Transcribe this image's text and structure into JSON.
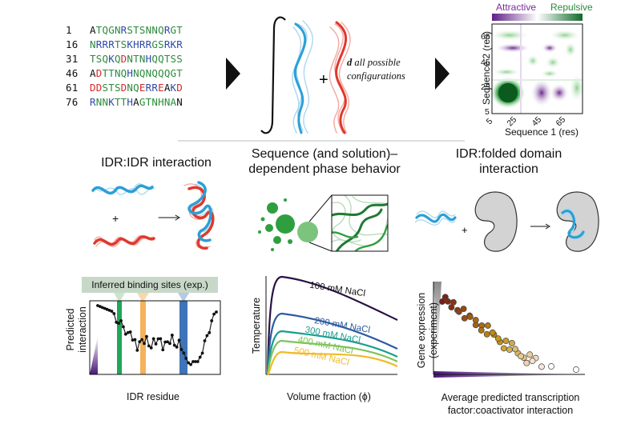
{
  "sequence_panel": {
    "rows": [
      {
        "num": "1",
        "residues": "ATQGNRSTSNNQRGT",
        "colors": "kggggbggggggbgg"
      },
      {
        "num": "16",
        "residues": "NRRRTSKHRRGSRKR",
        "colors": "gbbbggbbbbggbbb"
      },
      {
        "num": "31",
        "residues": "TSQKQDNTNHQQTSS",
        "colors": "gggbgrgggbgggg g"
      },
      {
        "num": "46",
        "residues": "ADTTNQHNQNQQQGT",
        "colors": "krggggbgggggggg"
      },
      {
        "num": "61",
        "residues": "DDSTSDNQERREAKD",
        "colors": "rrgggrggrbbrkbr"
      },
      {
        "num": "76",
        "residues": "RNNKTTHAGTNHNAN",
        "colors": "bggbggbkggggggk"
      }
    ]
  },
  "integral_panel": {
    "caption_line1": "d all possible",
    "caption_line2": "configurations",
    "plus": "+"
  },
  "heatmap": {
    "legend_attractive": "Attractive",
    "legend_repulsive": "Repulsive",
    "ylabel": "Sequence 2 (res)",
    "xlabel": "Sequence 1 (res)",
    "y_ticks": [
      "65",
      "45",
      "25",
      "5"
    ],
    "x_ticks": [
      "5",
      "25",
      "45",
      "65"
    ]
  },
  "titles": {
    "idr_idr": "IDR:IDR interaction",
    "phase_line1": "Sequence (and solution)–",
    "phase_line2": "dependent phase behavior",
    "folded_line1": "IDR:folded domain",
    "folded_line2": "interaction"
  },
  "idr_chart": {
    "banner": "Inferred binding sites (exp.)",
    "ylabel_line1": "Predicted",
    "ylabel_line2": "interaction",
    "xlabel": "IDR residue",
    "plus": "+"
  },
  "phase_chart": {
    "ylabel": "Temperature",
    "xlabel": "Volume fraction (ϕ)",
    "curve_labels": [
      "100 mM NaCl",
      "200 mM NaCl",
      "300 mM NaCl",
      "400 mM NaCl",
      "500 mM NaCl"
    ],
    "curve_colors": [
      "#2a1145",
      "#2d5b9e",
      "#1a9e8f",
      "#7cc45a",
      "#f0bb2a"
    ]
  },
  "expression_chart": {
    "ylabel_line1": "Gene expression",
    "ylabel_line2": "(experiment)",
    "xlabel_line1": "Average predicted transcription",
    "xlabel_line2": "factor:coactivator interaction"
  },
  "colors": {
    "blue_chain": "#2b9fd6",
    "red_chain": "#e0382c",
    "attractive": "#6a2a8e",
    "repulsive": "#1f7a35",
    "domain_fill": "#d3d3d3"
  }
}
